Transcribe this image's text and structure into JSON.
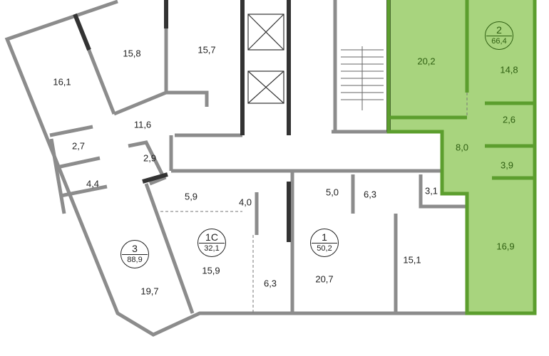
{
  "colors": {
    "selected_fill": "#a8d47e",
    "selected_wall": "#5c9e2e",
    "wall": "#8c8c8c",
    "bearing_wall": "#333333"
  },
  "apartments": [
    {
      "id": "3",
      "area": "88,9",
      "selected": false
    },
    {
      "id": "1С",
      "area": "32,1",
      "selected": false
    },
    {
      "id": "1",
      "area": "50,2",
      "selected": false
    },
    {
      "id": "2",
      "area": "66,4",
      "selected": true
    }
  ],
  "rooms": [
    "16,1",
    "15,8",
    "15,7",
    "11,6",
    "2,7",
    "2,9",
    "4,4",
    "5,9",
    "4,0",
    "5,0",
    "6,3",
    "3,1",
    "15,9",
    "6,3",
    "20,7",
    "15,1",
    "19,7",
    "20,2",
    "14,8",
    "2,6",
    "8,0",
    "3,9",
    "16,9"
  ]
}
